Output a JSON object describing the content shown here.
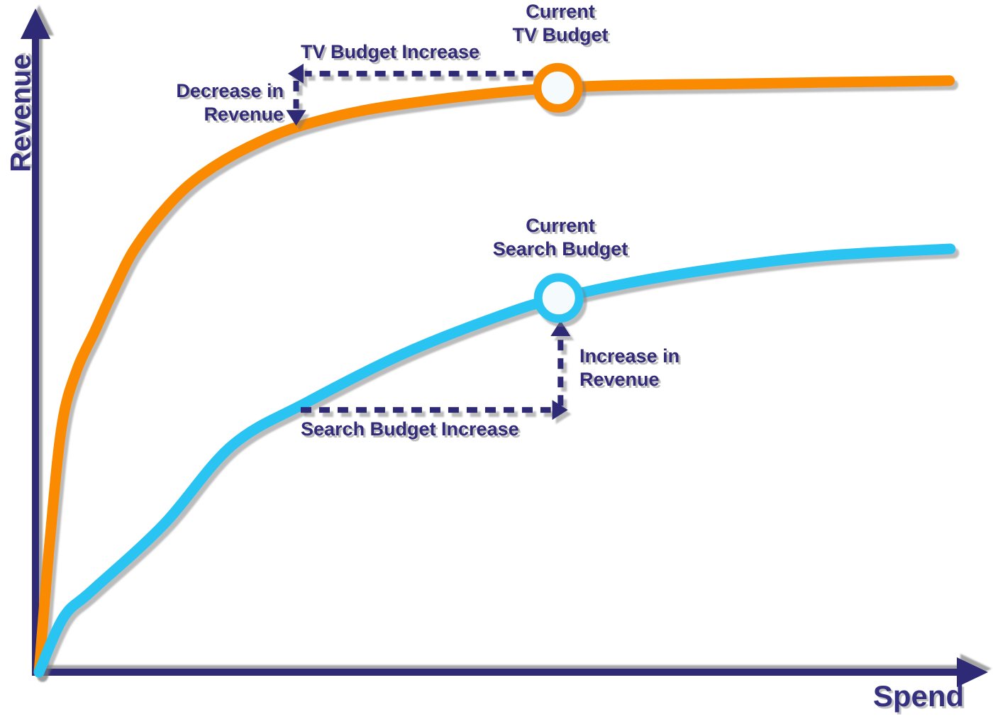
{
  "colors": {
    "tv_curve": "#FA8A05",
    "search_curve": "#2BC4F3",
    "navy": "#2E2A74",
    "marker_fill": "#F5FAFD",
    "shadow": "#8A8A8A"
  },
  "chart_data": {
    "type": "line",
    "title": "",
    "xlabel": "Spend",
    "ylabel": "Revenue",
    "grid": false,
    "legend": false,
    "x_range_norm": [
      0,
      100
    ],
    "y_range_norm": [
      0,
      105
    ],
    "series": [
      {
        "name": "TV",
        "color": "#FA8A05",
        "points": [
          [
            0,
            0
          ],
          [
            1.2,
            22.5
          ],
          [
            2.5,
            41.7
          ],
          [
            4.1,
            50.9
          ],
          [
            6.1,
            57.6
          ],
          [
            8.1,
            64.4
          ],
          [
            10.5,
            71.6
          ],
          [
            14.1,
            78.8
          ],
          [
            17.7,
            83.9
          ],
          [
            22.9,
            88.7
          ],
          [
            29.3,
            92.6
          ],
          [
            39.1,
            95.8
          ],
          [
            56.7,
            98.7
          ],
          [
            77,
            99.4
          ],
          [
            99.5,
            99.9
          ]
        ]
      },
      {
        "name": "Search",
        "color": "#2BC4F3",
        "points": [
          [
            0,
            0
          ],
          [
            2.7,
            9.3
          ],
          [
            5.8,
            13.8
          ],
          [
            13.6,
            24.9
          ],
          [
            21.1,
            38.3
          ],
          [
            29.3,
            45.6
          ],
          [
            39.7,
            53.7
          ],
          [
            50,
            60
          ],
          [
            56.8,
            63.2
          ],
          [
            69.4,
            67.1
          ],
          [
            84.9,
            70.2
          ],
          [
            99.6,
            71.5
          ]
        ]
      }
    ],
    "markers": [
      {
        "series": "TV",
        "x": 56.7,
        "y": 98.7,
        "label_lines": [
          "Current",
          "TV Budget"
        ]
      },
      {
        "series": "Search",
        "x": 56.8,
        "y": 63.2,
        "label_lines": [
          "Current",
          "Search Budget"
        ]
      }
    ],
    "dashed_arrows": [
      {
        "id": "tv-budget-span-arrow",
        "from": [
          54.0,
          101.1
        ],
        "to": [
          27.2,
          101.1
        ]
      },
      {
        "id": "tv-revenue-drop-arrow",
        "from": [
          28.1,
          99.9
        ],
        "to": [
          28.1,
          92.3
        ]
      },
      {
        "id": "search-budget-span-arrow",
        "from": [
          28.6,
          44.3
        ],
        "to": [
          57.8,
          44.3
        ]
      },
      {
        "id": "search-revenue-gain-arrow",
        "from": [
          57.0,
          45.0
        ],
        "to": [
          57.0,
          59.4
        ]
      }
    ],
    "callouts": {
      "tv_budget_increase": "TV Budget Increase",
      "decrease_in_revenue": [
        "Decrease in",
        "Revenue"
      ],
      "increase_in_revenue": [
        "Increase in",
        "Revenue"
      ],
      "search_budget_increase": "Search Budget Increase"
    }
  }
}
